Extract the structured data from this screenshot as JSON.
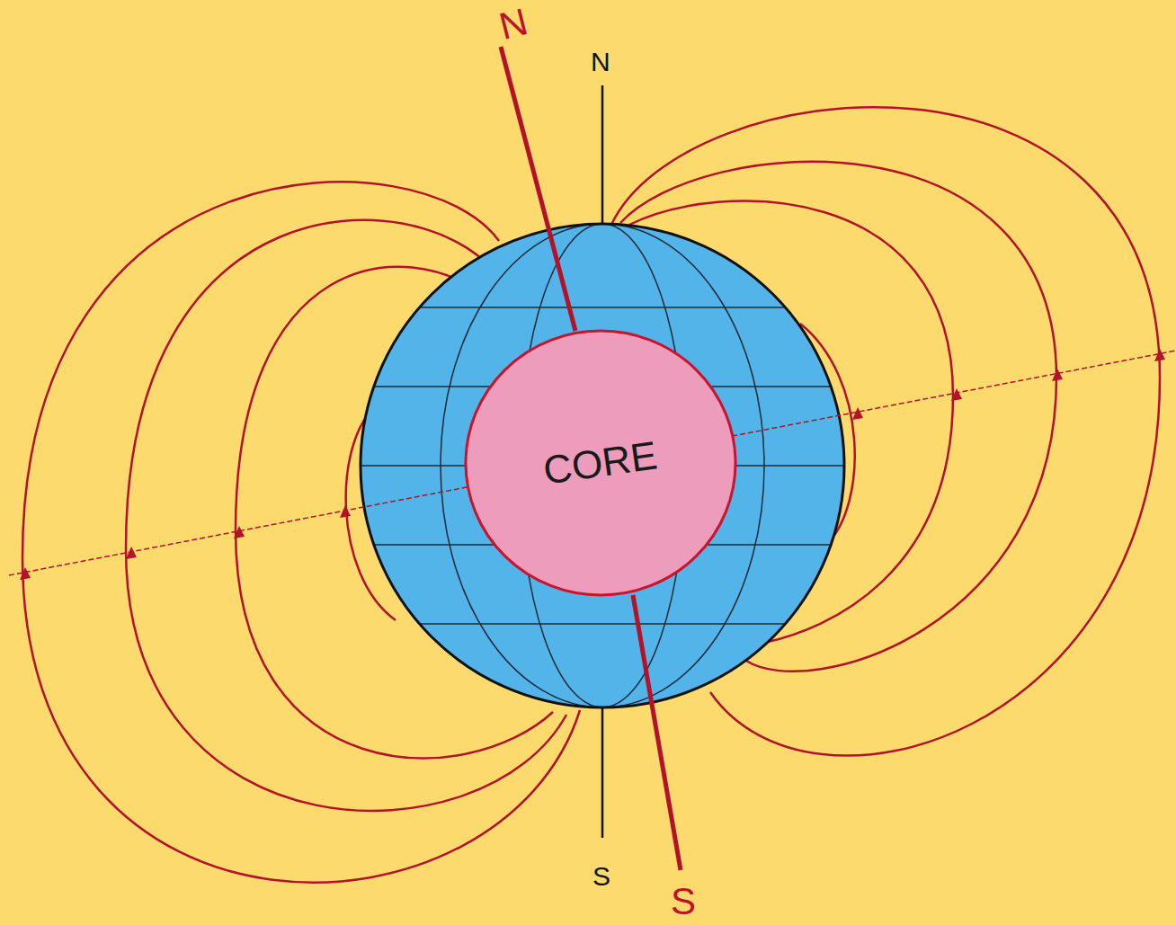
{
  "diagram": {
    "nodes": [
      {
        "text": [
          "CORE"
        ]
      }
    ],
    "labels": [
      "N",
      "N",
      "S",
      "S"
    ]
  }
}
